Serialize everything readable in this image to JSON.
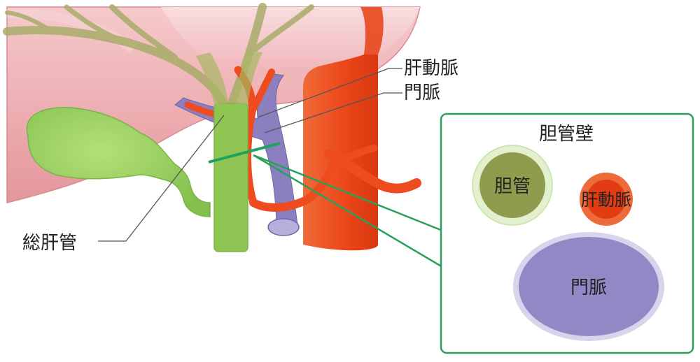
{
  "labels": {
    "hepatic_artery": "肝動脈",
    "portal_vein": "門脈",
    "common_hepatic_duct": "総肝管",
    "bile_duct_wall": "胆管壁"
  },
  "inset": {
    "bile_duct": "胆管",
    "hepatic_artery": "肝動脈",
    "portal_vein": "門脈"
  },
  "colors": {
    "liver": "#e9a1a5",
    "bile": "#8fc653",
    "artery": "#ee4b1e",
    "portal_vein": "#8b7fc0",
    "inset_frame": "#2aa05a"
  }
}
